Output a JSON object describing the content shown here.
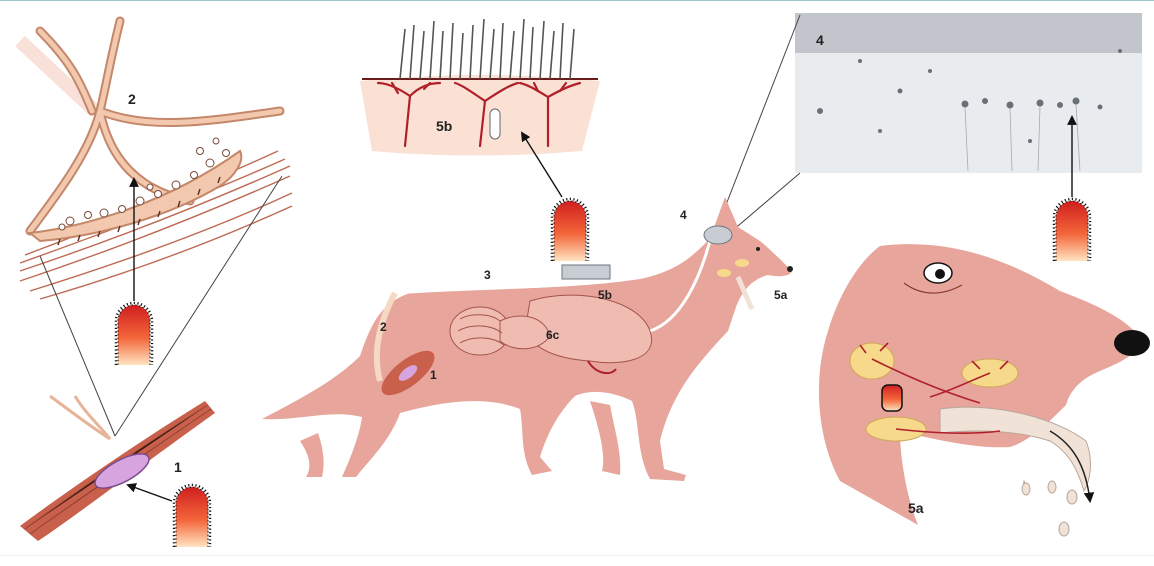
{
  "labels": {
    "muscle_closeup": "1",
    "muscle_fibre": "1",
    "nerve_junction": "2",
    "nerve_body": "2",
    "spinal_cord": "3",
    "brain_body": "4",
    "brain_micrograph": "4",
    "skin_closeup": "5b",
    "skin_body": "5b",
    "salivary_body": "5a",
    "salivary_head": "5a",
    "gut_body": "6c"
  },
  "colors": {
    "dog_body": "#e8a59b",
    "tissue_red": "#b0202a",
    "gland_yellow": "#f6d98a",
    "nerve_tan": "#e7b49a",
    "sensor_gradient_top": "#cf1f1f",
    "sensor_gradient_bottom": "#ffe5c2"
  },
  "icons": [
    "sensor-probe-icon",
    "arrow-icon"
  ]
}
